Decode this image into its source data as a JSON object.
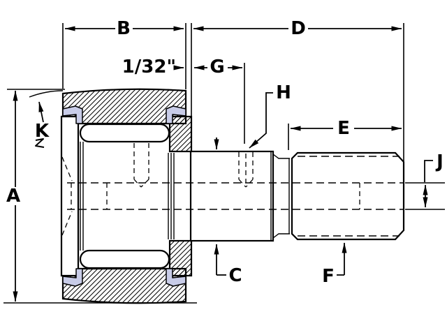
{
  "drawing": {
    "kind": "engineering cross-section drawing",
    "subject": "stud-type cam follower bearing",
    "colors": {
      "line": "#000000",
      "background": "#ffffff",
      "seal_fill": "#c8cce8"
    },
    "labels": {
      "a": "A",
      "b": "B",
      "c": "C",
      "d": "D",
      "e": "E",
      "f": "F",
      "g": "G",
      "h": "H",
      "j": "J",
      "k": "K",
      "offset": "1/32\""
    }
  }
}
